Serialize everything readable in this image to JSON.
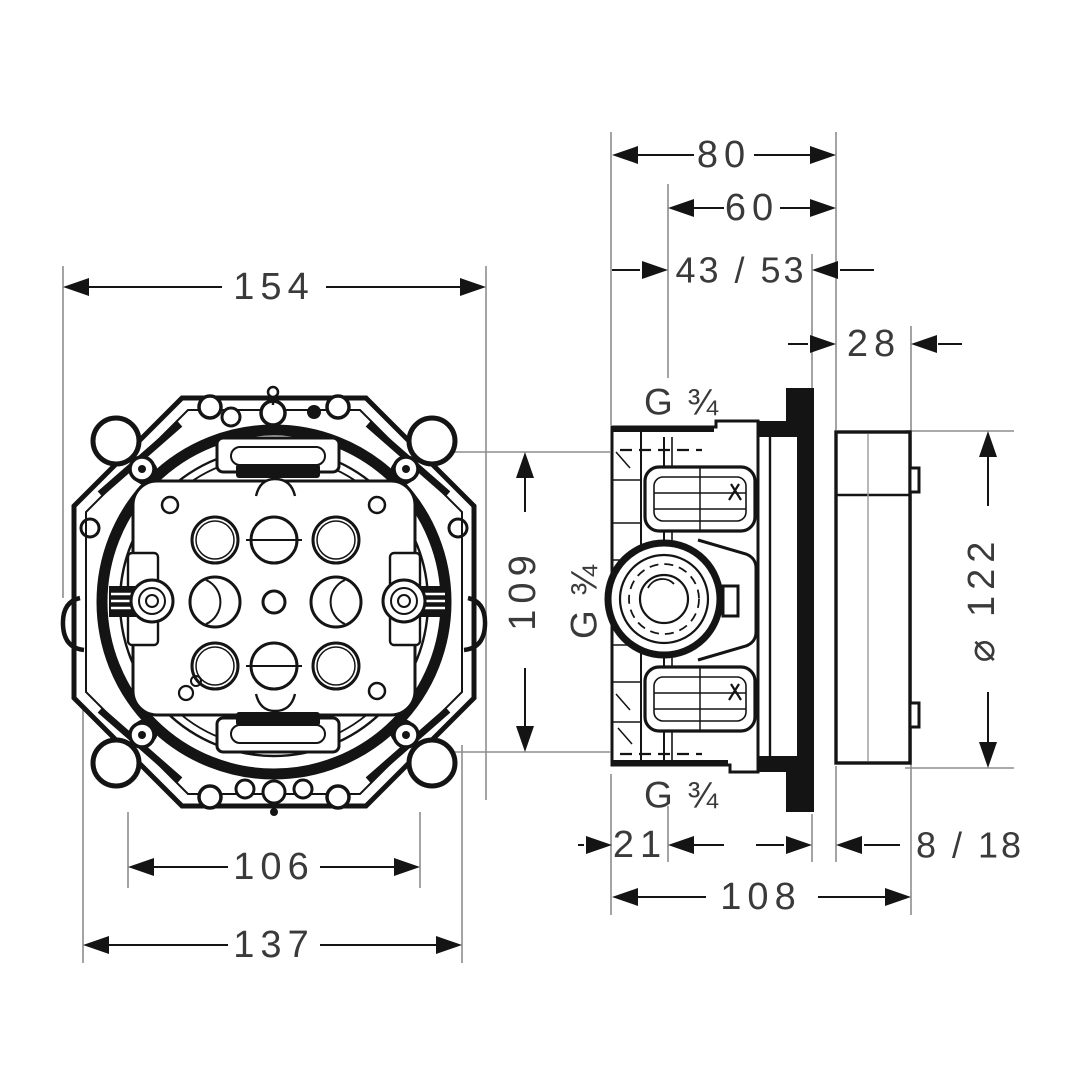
{
  "drawing": {
    "background_color": "#ffffff",
    "line_color": "#141414",
    "extension_line_color": "#8d8d8d",
    "text_color": "#3a3a3a",
    "views": [
      "front-view",
      "side-view"
    ]
  },
  "dimensions": {
    "front_overall_width": "154",
    "front_inner_fixing_width": "106",
    "front_flange_width": "137",
    "front_port_spacing_height": "109",
    "side_depth_80": "80",
    "side_depth_60": "60",
    "side_install_depth_range": "43 / 53",
    "side_housing_depth": "28",
    "side_axis_offset": "21",
    "side_total_depth": "108",
    "side_plate_range": "8 / 18",
    "side_diameter": "⌀ 122"
  },
  "labels": {
    "thread_top": "G ¾",
    "thread_bottom": "G ¾",
    "thread_side": "G ¾"
  }
}
